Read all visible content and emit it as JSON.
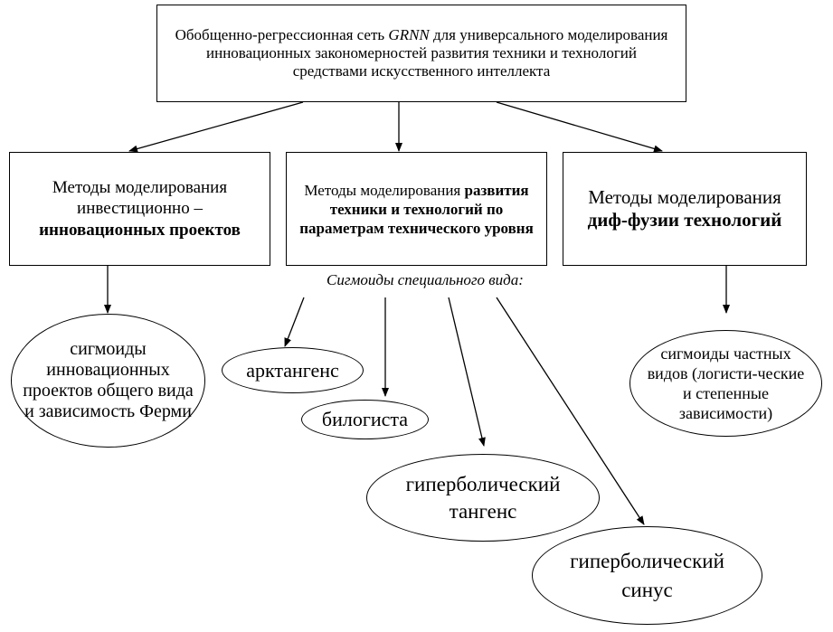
{
  "top_box": {
    "pre": "Обобщенно-регрессионная сеть ",
    "abbr": "GRNN",
    "post": " для универсального моделирования инновационных закономерностей развития техники и технологий средствами искусственного интеллекта"
  },
  "methods": {
    "left": {
      "normal": "Методы моделирования инвестиционно – ",
      "bold": "инновационных проектов"
    },
    "center": {
      "normal": "Методы моделирования ",
      "bold": "развития техники и технологий по параметрам технического уровня"
    },
    "right": {
      "normal": "Методы моделирования ",
      "bold": "диф-фузии технологий"
    }
  },
  "sigmoid_label": "Сигмоиды специального вида:",
  "ovals": {
    "left": "сигмоиды инновационных проектов общего вида и зависимость Ферми",
    "arctan": "арктангенс",
    "bilogist": "билогиста",
    "tanh": "гиперболический тангенс",
    "sinh": "гиперболический синус",
    "right": "сигмоиды частных видов (логисти-ческие и степенные зависимости)"
  },
  "colors": {
    "line": "#000000",
    "background": "#ffffff"
  }
}
